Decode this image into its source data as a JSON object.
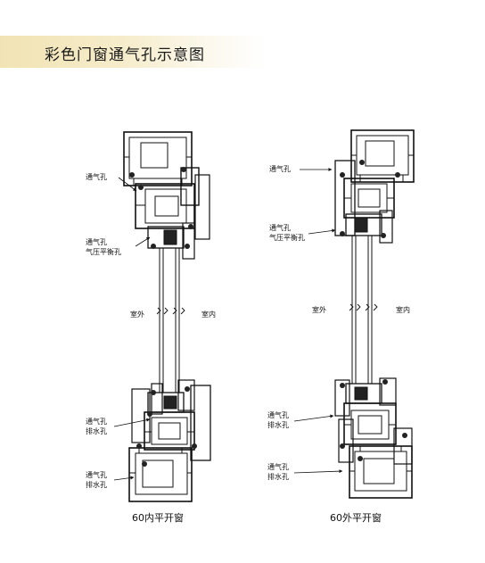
{
  "title": "彩色门窗通气孔示意图",
  "colors": {
    "banner": "#f3e6b9",
    "line": "#111111"
  },
  "left_window": {
    "caption": "60内平开窗",
    "labels": {
      "vent_top": "通气孔",
      "vent_pressure_1": "通气孔",
      "vent_pressure_2": "气压平衡孔",
      "outdoor": "室外",
      "indoor": "室内",
      "vent_drain_a1": "通气孔",
      "vent_drain_a2": "排水孔",
      "vent_drain_b1": "通气孔",
      "vent_drain_b2": "排水孔"
    }
  },
  "right_window": {
    "caption": "60外平开窗",
    "labels": {
      "vent_top": "通气孔",
      "vent_pressure_1": "通气孔",
      "vent_pressure_2": "气压平衡孔",
      "outdoor": "室外",
      "indoor": "室内",
      "vent_drain_a1": "通气孔",
      "vent_drain_a2": "排水孔",
      "vent_drain_b1": "通气孔",
      "vent_drain_b2": "排水孔"
    }
  }
}
